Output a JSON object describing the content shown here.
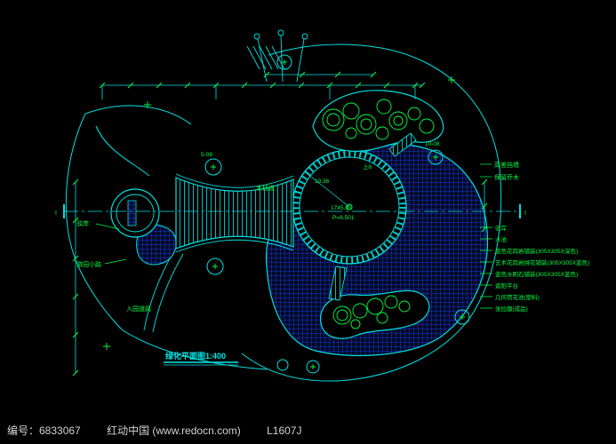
{
  "footer": {
    "id_label": "编号：6833067",
    "brand": "红动中国 (www.redocn.com)",
    "code": "L1607J"
  },
  "drawing": {
    "title": "绿化平面图1:400",
    "colors": {
      "line_cyan": "#00e0e0",
      "detail_green": "#00ff44",
      "water_blue": "#2941ff",
      "water_bg": "#000a26"
    },
    "labels": {
      "bank_left": "驳岸",
      "garden_path": "游园小路",
      "entry_road": "入园道路",
      "boardwalk": "木栈道",
      "elev_a": "1745.85",
      "elev_b": "P=8.501",
      "elev_c": "10.36",
      "steps_note": "上8",
      "wall_note": "高差挡墙",
      "tree_note": "保留乔木",
      "tree_tag1": "5-08",
      "tree_tag2": "10-08",
      "section_left": "I",
      "section_right": "I"
    },
    "legend": [
      {
        "label": "驳岸"
      },
      {
        "label": "水池"
      },
      {
        "label": "蓝色花岗岩铺装(305X305X深色)"
      },
      {
        "label": "艺术花岗岩拼花铺装(305X305X蓝色)"
      },
      {
        "label": "蓝色水刷石铺装(305X305X蓝色)"
      },
      {
        "label": "遮阳平台"
      },
      {
        "label": "几何荷花池(塑料)"
      },
      {
        "label": "张拉膜(成品)"
      }
    ]
  }
}
